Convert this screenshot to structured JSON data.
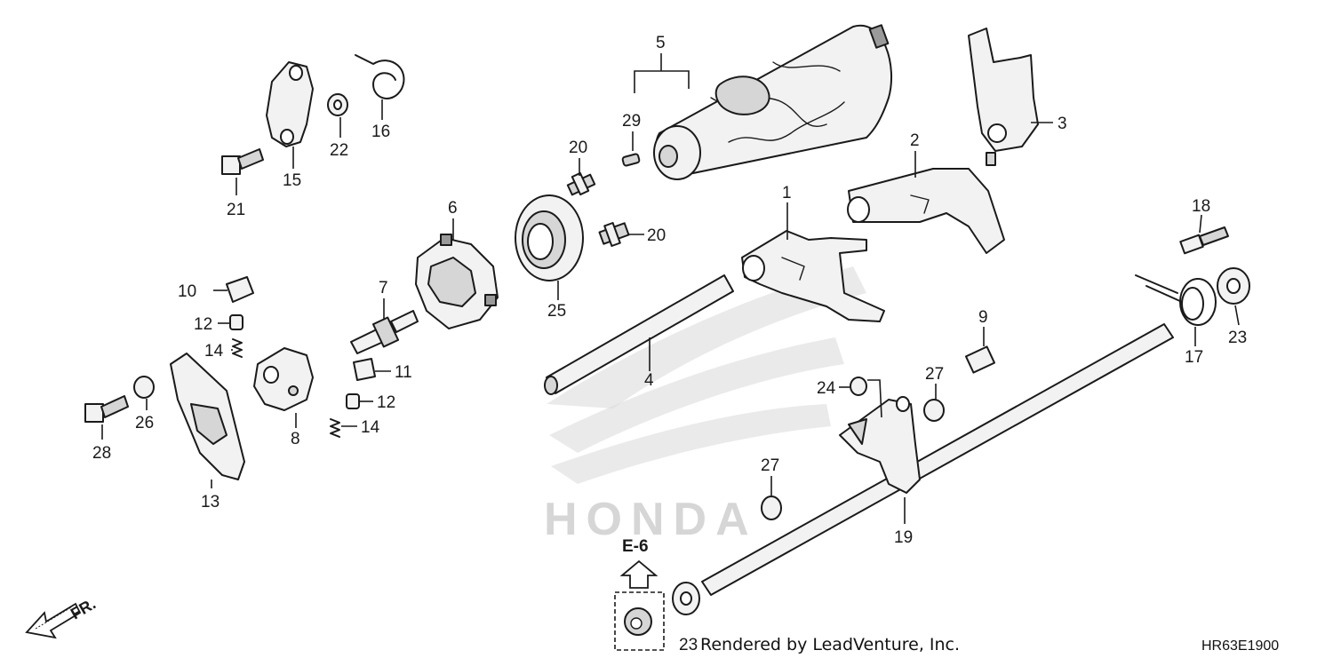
{
  "callouts": {
    "c1": "1",
    "c2": "2",
    "c3": "3",
    "c4": "4",
    "c5": "5",
    "c6": "6",
    "c7": "7",
    "c8": "8",
    "c9": "9",
    "c10": "10",
    "c11": "11",
    "c12a": "12",
    "c12b": "12",
    "c13": "13",
    "c14a": "14",
    "c14b": "14",
    "c15": "15",
    "c16": "16",
    "c17": "17",
    "c18": "18",
    "c19": "19",
    "c20a": "20",
    "c20b": "20",
    "c21": "21",
    "c22": "22",
    "c23a": "23",
    "c23b": "23",
    "c24": "24",
    "c25": "25",
    "c26": "26",
    "c27a": "27",
    "c27b": "27",
    "c28": "28",
    "c29": "29"
  },
  "reference": "E-6",
  "direction": "FR.",
  "credit": "Rendered by LeadVenture, Inc.",
  "diagram_code": "HR63E1900",
  "watermark": "HONDA"
}
